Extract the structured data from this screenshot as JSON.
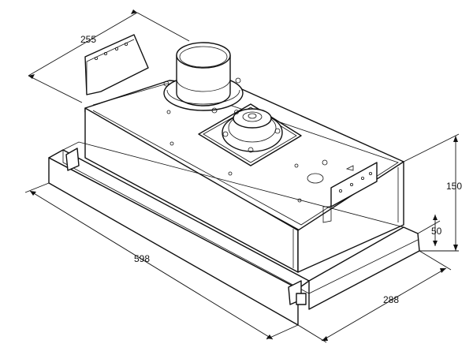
{
  "dimensions": {
    "depth_top": "255",
    "width": "598",
    "depth_bottom": "288",
    "height_total": "150",
    "height_front": "50"
  },
  "colors": {
    "line": "#111111",
    "background": "#ffffff",
    "surface": "#ffffff"
  },
  "icons": {
    "exhaust_collar": "circular-duct-collar",
    "motor": "fan-motor"
  }
}
